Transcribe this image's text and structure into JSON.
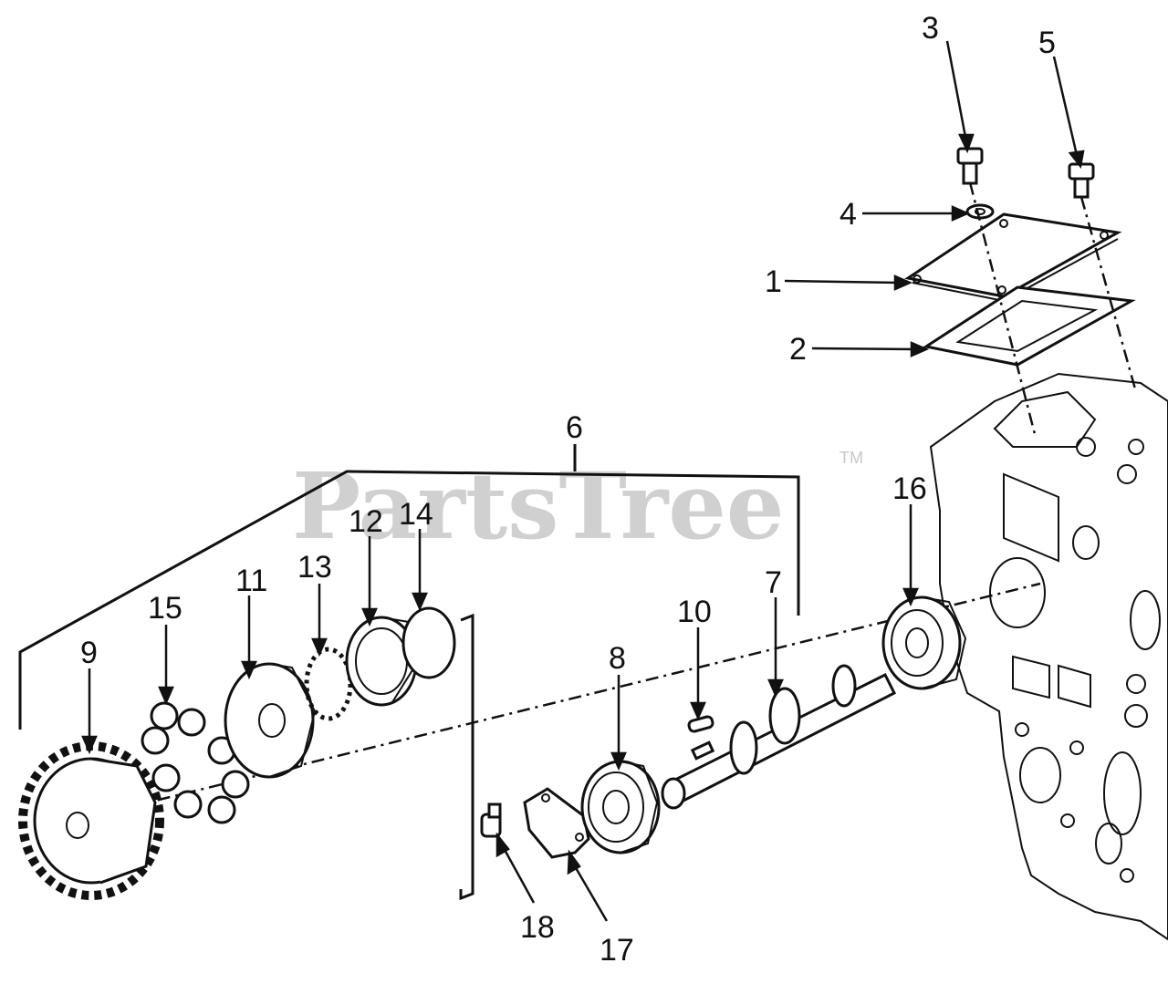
{
  "watermark": {
    "text": "PartsTree",
    "trademark": "TM"
  },
  "callouts": [
    {
      "id": "callout-1",
      "label": "1"
    },
    {
      "id": "callout-2",
      "label": "2"
    },
    {
      "id": "callout-3",
      "label": "3"
    },
    {
      "id": "callout-4",
      "label": "4"
    },
    {
      "id": "callout-5",
      "label": "5"
    },
    {
      "id": "callout-6",
      "label": "6"
    },
    {
      "id": "callout-7",
      "label": "7"
    },
    {
      "id": "callout-8",
      "label": "8"
    },
    {
      "id": "callout-9",
      "label": "9"
    },
    {
      "id": "callout-10",
      "label": "10"
    },
    {
      "id": "callout-11",
      "label": "11"
    },
    {
      "id": "callout-12",
      "label": "12"
    },
    {
      "id": "callout-13",
      "label": "13"
    },
    {
      "id": "callout-14",
      "label": "14"
    },
    {
      "id": "callout-15",
      "label": "15"
    },
    {
      "id": "callout-16",
      "label": "16"
    },
    {
      "id": "callout-17",
      "label": "17"
    },
    {
      "id": "callout-18",
      "label": "18"
    }
  ]
}
